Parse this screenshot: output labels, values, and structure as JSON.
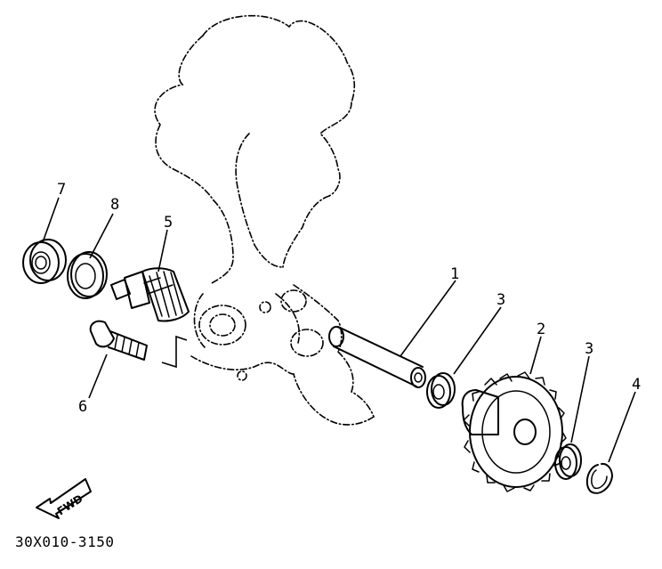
{
  "diagram": {
    "callouts": [
      {
        "id": "1",
        "label": "1"
      },
      {
        "id": "2",
        "label": "2"
      },
      {
        "id": "3a",
        "label": "3"
      },
      {
        "id": "3b",
        "label": "3"
      },
      {
        "id": "4",
        "label": "4"
      },
      {
        "id": "5",
        "label": "5"
      },
      {
        "id": "6",
        "label": "6"
      },
      {
        "id": "7",
        "label": "7"
      },
      {
        "id": "8",
        "label": "8"
      }
    ],
    "direction_arrow_label": "FWD",
    "figure_code": "30X010-3150"
  },
  "icons": {
    "direction": "fwd-arrow-icon"
  }
}
